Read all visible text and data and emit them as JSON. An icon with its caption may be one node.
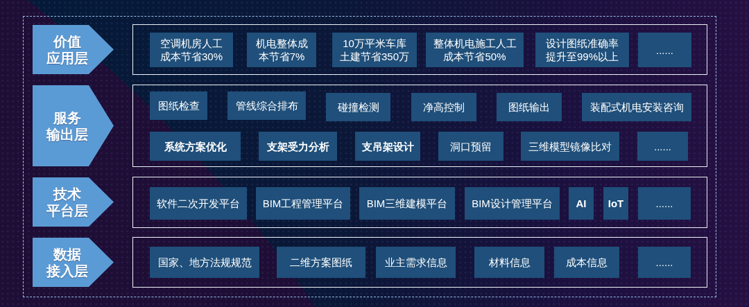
{
  "diagram": {
    "nodes": [
      {
        "text": [],
        "shape": "box"
      },
      {
        "text": [
          "价值应用层"
        ],
        "in": 0
      },
      {
        "text": [],
        "shape": "box",
        "in": 0
      },
      {
        "text": [
          "空调机房人工成本节省30%"
        ],
        "in": 2
      },
      {
        "text": [
          "机电整体成本节省7%"
        ],
        "in": 2
      },
      {
        "text": [
          "10万平米车库土建节省350万"
        ],
        "in": 2
      },
      {
        "text": [
          "整体机电施工人工成本节省50%"
        ],
        "in": 2
      },
      {
        "text": [
          "设计图纸准确率提升至99%以上"
        ],
        "in": 2
      },
      {
        "text": [
          "......"
        ],
        "in": 2
      },
      {
        "text": [
          "服务输出层"
        ],
        "in": 0
      },
      {
        "text": [],
        "shape": "box",
        "in": 0
      },
      {
        "text": [
          "图纸检查"
        ],
        "in": 10
      },
      {
        "text": [
          "管线综合排布"
        ],
        "in": 10
      },
      {
        "text": [
          "碰撞检测"
        ],
        "in": 10
      },
      {
        "text": [
          "净高控制"
        ],
        "in": 10
      },
      {
        "text": [
          "图纸输出"
        ],
        "in": 10
      },
      {
        "text": [
          "装配式机电安装咨询"
        ],
        "in": 10
      },
      {
        "text": [
          "系统方案优化"
        ],
        "in": 10
      },
      {
        "text": [
          "支架受力分析"
        ],
        "in": 10
      },
      {
        "text": [
          "支吊架设计"
        ],
        "in": 10
      },
      {
        "text": [
          "洞口预留"
        ],
        "in": 10
      },
      {
        "text": [
          "三维模型镜像比对"
        ],
        "in": 10
      },
      {
        "text": [
          "......"
        ],
        "in": 10
      },
      {
        "text": [
          "技术平台层"
        ],
        "in": 0
      },
      {
        "text": [],
        "shape": "box",
        "in": 0
      },
      {
        "text": [
          "软件二次开发平台"
        ],
        "in": 24
      },
      {
        "text": [
          "BIM工程管理平台"
        ],
        "in": 24
      },
      {
        "text": [
          "BIM三维建模平台"
        ],
        "in": 24
      },
      {
        "text": [
          "BIM设计管理平台"
        ],
        "in": 24
      },
      {
        "text": [
          "AI"
        ],
        "in": 24
      },
      {
        "text": [
          "IoT"
        ],
        "in": 24
      },
      {
        "text": [
          "......"
        ],
        "in": 24
      },
      {
        "text": [
          "数据接入层"
        ],
        "in": 0
      },
      {
        "text": [],
        "shape": "box",
        "in": 0
      },
      {
        "text": [
          "国家、地方法规规范"
        ],
        "in": 33
      },
      {
        "text": [
          "二维方案图纸"
        ],
        "in": 33
      },
      {
        "text": [
          "业主需求信息"
        ],
        "in": 33
      },
      {
        "text": [
          "材料信息"
        ],
        "in": 33
      },
      {
        "text": [
          "成本信息"
        ],
        "in": 33
      },
      {
        "text": [
          "......"
        ],
        "in": 33
      }
    ]
  }
}
